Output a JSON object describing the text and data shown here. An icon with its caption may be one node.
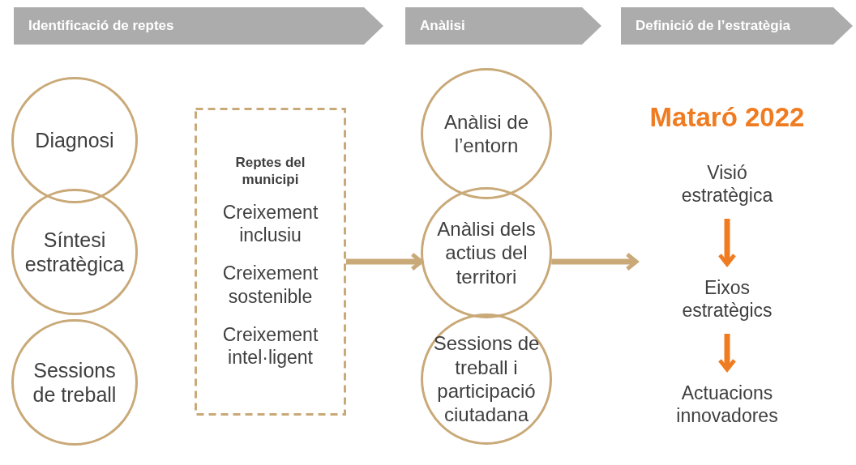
{
  "diagram": {
    "nodes": [
      {
        "text": [
          "Identificació de reptes"
        ]
      },
      {
        "text": [
          "Anàlisi"
        ]
      },
      {
        "text": [
          "Definició de l’estratègia"
        ]
      },
      {
        "text": [
          "Diagnosi"
        ]
      },
      {
        "text": [
          "Síntesi estratègica"
        ]
      },
      {
        "text": [
          "Sessions de treball"
        ]
      },
      {
        "text": [
          "Reptes del municipi",
          "Creixement inclusiu",
          "Creixement sostenible",
          "Creixement intel·ligent"
        ]
      },
      {
        "text": [
          "Anàlisi de l’entorn"
        ]
      },
      {
        "text": [
          "Anàlisi dels actius del territori"
        ]
      },
      {
        "text": [
          "Sessions de treball i participació ciutadana"
        ]
      },
      {
        "text": [
          "Visió estratègica"
        ]
      },
      {
        "text": [
          "Eixos estratègics"
        ]
      },
      {
        "text": [
          "Actuacions innovadores"
        ]
      }
    ],
    "edges": [
      {
        "from": 6,
        "to": 8,
        "arrow": "to"
      },
      {
        "from": 8,
        "to": null,
        "arrow": "to"
      },
      {
        "from": 10,
        "to": 11,
        "arrow": "to",
        "color": "#f07c22"
      },
      {
        "from": 11,
        "to": 12,
        "arrow": "to",
        "color": "#f07c22"
      }
    ],
    "labels": [
      "Mataró 2022"
    ]
  }
}
